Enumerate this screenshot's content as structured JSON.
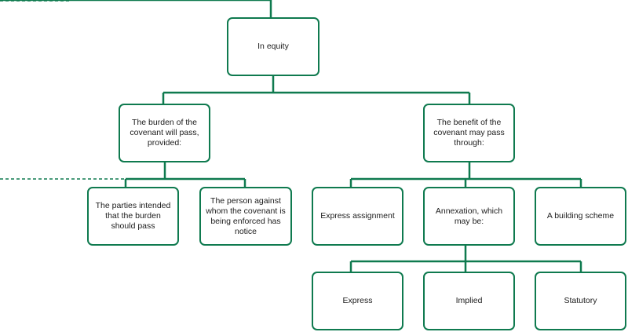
{
  "colors": {
    "line": "#0f7a4f",
    "text": "#1c1c1c",
    "background": "#ffffff"
  },
  "nodes": {
    "in_equity": "In equity",
    "burden": "The burden of the covenant will pass, provided:",
    "benefit": "The benefit of the covenant may pass through:",
    "parties_intended": "The parties intended that the burden should pass",
    "person_notice": "The person against whom the covenant is being enforced has notice",
    "express_assignment": "Express assignment",
    "annexation": "Annexation, which may be:",
    "building_scheme": "A building scheme",
    "express": "Express",
    "implied": "Implied",
    "statutory": "Statutory"
  }
}
